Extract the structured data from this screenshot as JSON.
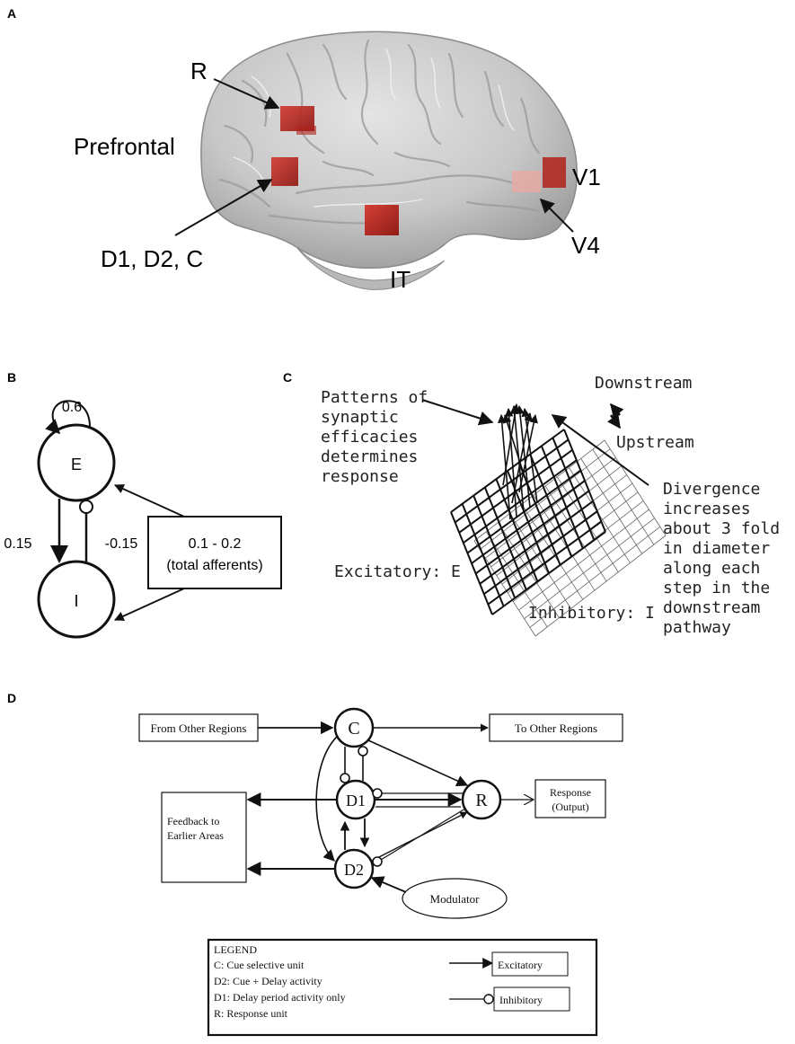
{
  "panel_a": {
    "letter": "A",
    "labels": {
      "r": "R",
      "prefrontal": "Prefrontal",
      "d1d2c": "D1, D2, C",
      "it": "IT",
      "v1": "V1",
      "v4": "V4"
    }
  },
  "panel_b": {
    "letter": "B",
    "e": "E",
    "i": "I",
    "self_weight": "0.6",
    "e_to_i": "0.15",
    "i_to_e": "-0.15",
    "afferent_1": "0.1 - 0.2",
    "afferent_2": "(total afferents)"
  },
  "panel_c": {
    "letter": "C",
    "patterns": [
      "Patterns of",
      "synaptic",
      "efficacies",
      "determines",
      "response"
    ],
    "downstream": "Downstream",
    "upstream": "Upstream",
    "divergence": [
      "Divergence",
      "increases",
      "about 3 fold",
      "in diameter",
      "along each",
      "step in the",
      "downstream",
      "pathway"
    ],
    "excitatory": "Excitatory: E",
    "inhibitory": "Inhibitory: I"
  },
  "panel_d": {
    "letter": "D",
    "from_other": "From Other Regions",
    "to_other": "To Other Regions",
    "c": "C",
    "d1": "D1",
    "d2": "D2",
    "r": "R",
    "response_1": "Response",
    "response_2": "(Output)",
    "feedback_1": "Feedback to",
    "feedback_2": "Earlier Areas",
    "modulator": "Modulator",
    "legend": {
      "title": "LEGEND",
      "items": [
        "C:   Cue selective unit",
        "D2: Cue + Delay activity",
        "D1: Delay period activity only",
        "R:   Response unit"
      ],
      "excitatory": "Excitatory",
      "inhibitory": "Inhibitory"
    }
  },
  "colors": {
    "brain_base": "#c9c9c9",
    "activation_red": "#b0211a"
  }
}
